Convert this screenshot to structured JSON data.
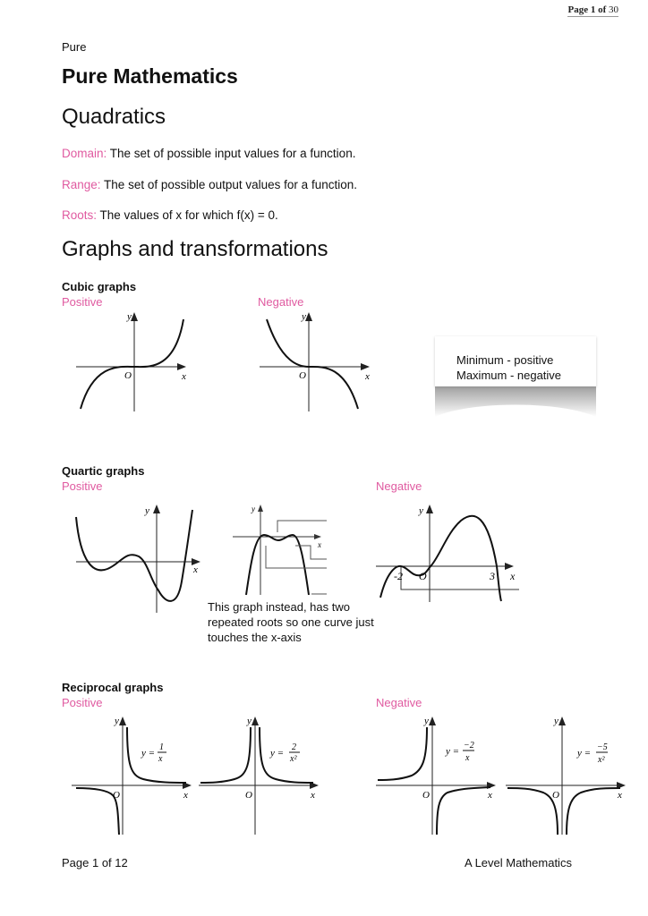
{
  "header": {
    "page_indicator_prefix": "Page",
    "page_current": "1",
    "page_of": "of",
    "page_total": "30"
  },
  "doc": {
    "kicker": "Pure",
    "title": "Pure Mathematics",
    "section1": "Quadratics",
    "definitions": [
      {
        "term": "Domain:",
        "text": " The set of possible input values for a function."
      },
      {
        "term": "Range:",
        "text": " The set of possible output values for a function."
      },
      {
        "term": "Roots:",
        "text": " The values of x for which f(x) = 0."
      }
    ],
    "section2": "Graphs and transformations",
    "cubic": {
      "heading": "Cubic graphs",
      "positive": "Positive",
      "negative": "Negative",
      "note_line1": "Minimum - positive",
      "note_line2": "Maximum - negative"
    },
    "quartic": {
      "heading": "Quartic graphs",
      "positive": "Positive",
      "negative": "Negative",
      "caption": "This graph instead, has two repeated roots so one curve just touches the x-axis",
      "neg_labels": {
        "left_root": "-2",
        "origin": "O",
        "right_root": "3"
      }
    },
    "reciprocal": {
      "heading": "Reciprocal graphs",
      "positive": "Positive",
      "negative": "Negative",
      "eq1": "y = 1/x",
      "eq2": "y = 2/x²",
      "eq3": "y = −2/x",
      "eq4": "y = −5/x²"
    },
    "axis": {
      "x": "x",
      "y": "y",
      "origin": "O"
    }
  },
  "footer": {
    "left": "Page 1 of 12",
    "right": "A Level Mathematics"
  },
  "colors": {
    "accent_pink": "#e05aa0",
    "text": "#111111"
  }
}
